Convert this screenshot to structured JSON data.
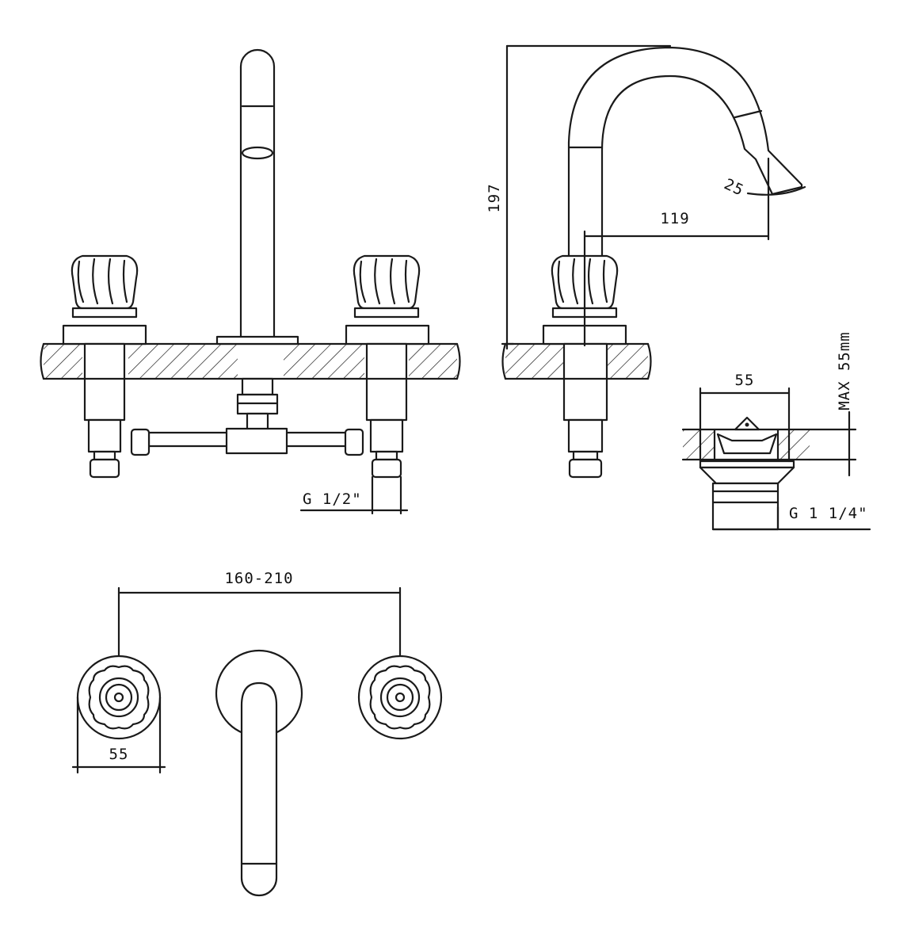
{
  "dimensions": {
    "spout_height": "197",
    "spout_reach": "119",
    "spout_swivel_angle": "25",
    "waste_flange_width": "55",
    "max_worktop_thickness": "MAX 55mm",
    "supply_thread": "G 1/2\"",
    "waste_thread": "G 1 1/4\"",
    "tap_centres": "160-210",
    "handle_rosette_width": "55"
  },
  "colors": {
    "line": "#1a1a1a",
    "background": "#ffffff"
  }
}
